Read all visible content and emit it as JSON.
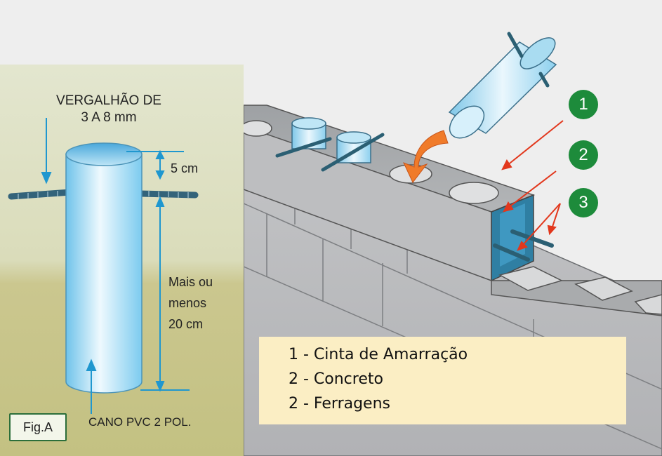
{
  "fig_a": {
    "rebar_label_line1": "VERGALHÃO DE",
    "rebar_label_line2": "3 A 8 mm",
    "dim_top": "5 cm",
    "dim_length_line1": "Mais ou",
    "dim_length_line2": "menos",
    "dim_length_line3": "20 cm",
    "pipe_label": "CANO PVC 2 POL.",
    "tag": "Fig.A"
  },
  "badges": [
    "1",
    "2",
    "3"
  ],
  "legend": {
    "items": [
      "1 - Cinta de Amarração",
      "2 - Concreto",
      "2 - Ferragens"
    ]
  },
  "colors": {
    "panel_top": "#e3e6cf",
    "panel_bottom": "#c7c487",
    "arrow_blue": "#1f97cf",
    "badge_green": "#1d8b3b",
    "callout_red": "#e2371c",
    "legend_bg": "#fbeec4",
    "block_gray": "#b7b8ba"
  }
}
